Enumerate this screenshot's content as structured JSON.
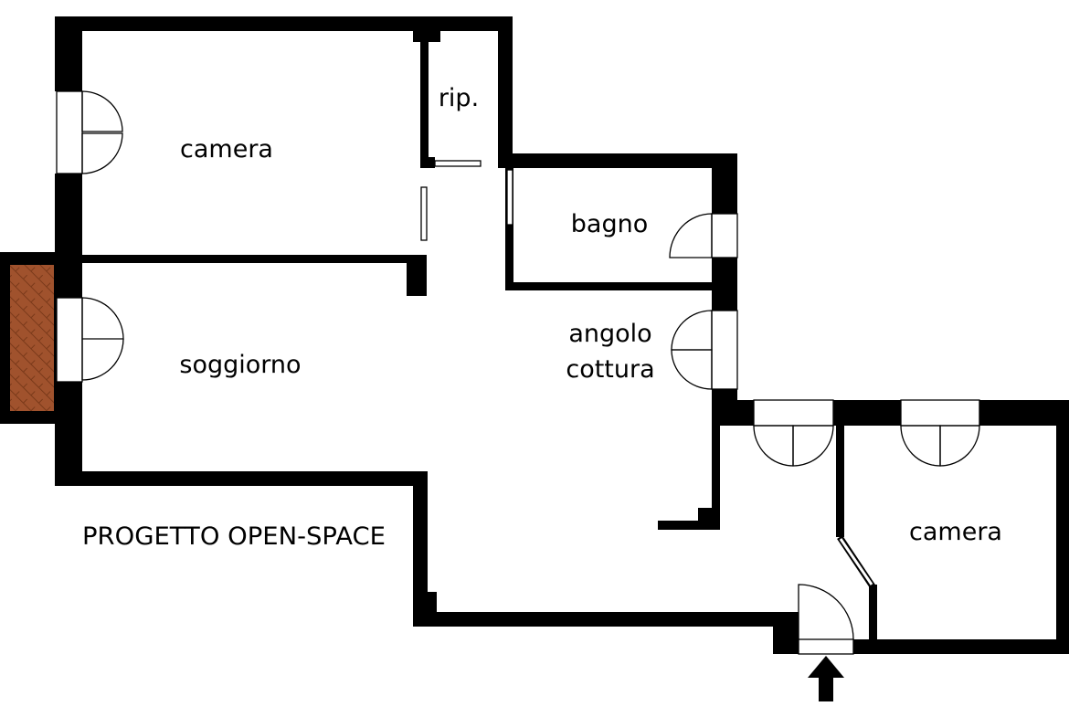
{
  "title": "PROGETTO OPEN-SPACE",
  "rooms": {
    "camera_top": "camera",
    "ripostiglio": "rip.",
    "bagno": "bagno",
    "soggiorno": "soggiorno",
    "angolo_cottura_line1": "angolo",
    "angolo_cottura_line2": "cottura",
    "camera_right": "camera"
  },
  "colors": {
    "wall": "#000000",
    "chimney_brick": "#a0522d",
    "background": "#ffffff"
  },
  "icons": {
    "entrance": "entrance-arrow-icon",
    "chimney": "chimney-brick-icon"
  }
}
